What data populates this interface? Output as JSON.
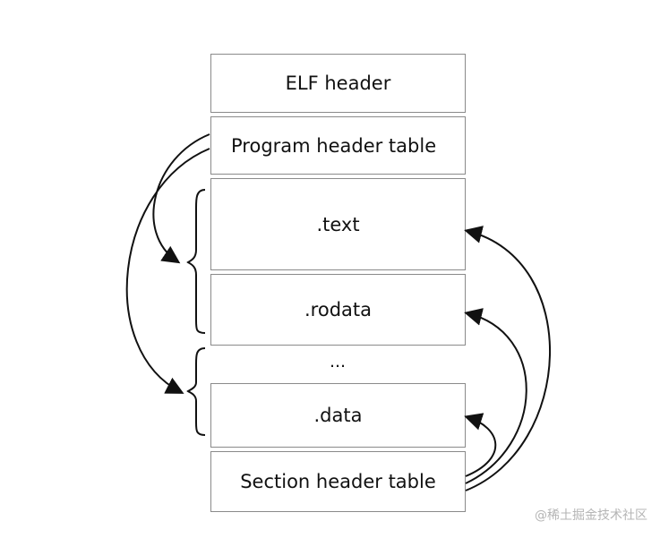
{
  "segments": {
    "elf_header": "ELF header",
    "program_header_table": "Program header table",
    "text": ".text",
    "rodata": ".rodata",
    "ellipsis": "...",
    "data": ".data",
    "section_header_table": "Section header table"
  },
  "watermark": "@稀土掘金技术社区",
  "colors": {
    "stroke": "#111111",
    "border": "#8a8a8a"
  }
}
